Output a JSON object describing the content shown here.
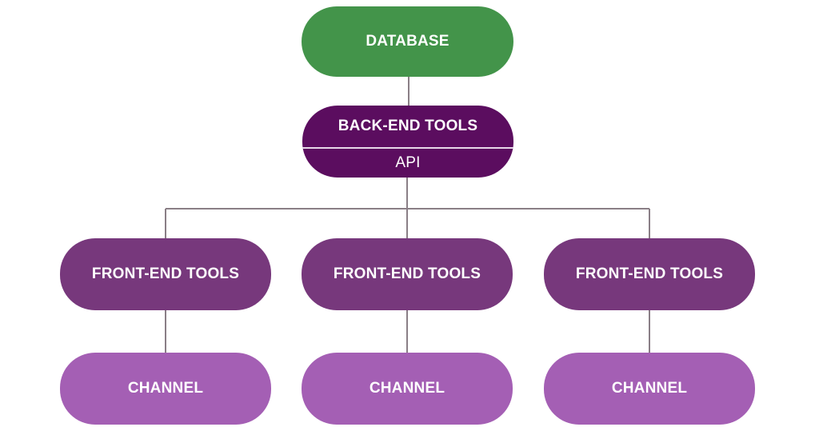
{
  "colors": {
    "database": "#43944a",
    "backend": "#5b0d5f",
    "frontend": "#77387c",
    "channel": "#a45fb4",
    "connector": "#8a7f86"
  },
  "database": {
    "label": "DATABASE"
  },
  "backend": {
    "label": "BACK-END TOOLS",
    "sublabel": "API"
  },
  "frontends": [
    {
      "label": "FRONT-END TOOLS"
    },
    {
      "label": "FRONT-END TOOLS"
    },
    {
      "label": "FRONT-END TOOLS"
    }
  ],
  "channels": [
    {
      "label": "CHANNEL"
    },
    {
      "label": "CHANNEL"
    },
    {
      "label": "CHANNEL"
    }
  ]
}
